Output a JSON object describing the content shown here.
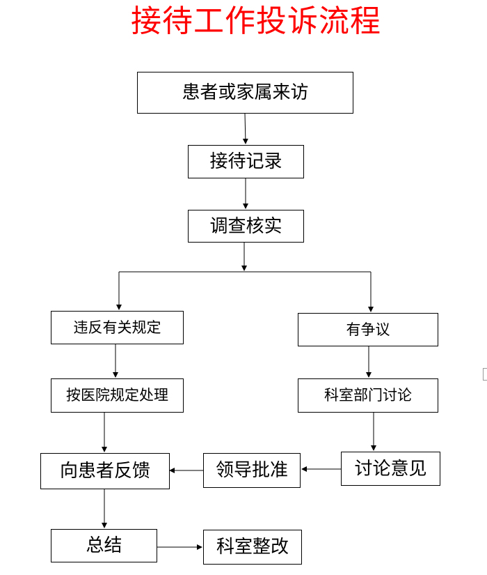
{
  "title": "接待工作投诉流程",
  "nodes": {
    "visit": "患者或家属来访",
    "record": "接待记录",
    "investigate": "调查核实",
    "violation": "违反有关规定",
    "dispute": "有争议",
    "handle": "按医院规定处理",
    "dept_discuss": "科室部门讨论",
    "feedback": "向患者反馈",
    "approve": "领导批准",
    "opinion": "讨论意见",
    "summary": "总结",
    "rectify": "科室整改"
  },
  "colors": {
    "title": "#ff0000",
    "line": "#000000"
  }
}
